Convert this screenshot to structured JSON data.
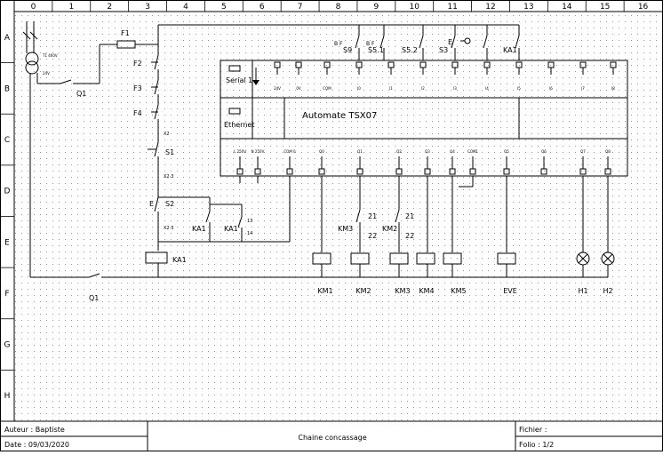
{
  "columns": [
    "0",
    "1",
    "2",
    "3",
    "4",
    "5",
    "6",
    "7",
    "8",
    "9",
    "10",
    "11",
    "12",
    "13",
    "14",
    "15",
    "16"
  ],
  "rows": [
    "A",
    "B",
    "C",
    "D",
    "E",
    "F",
    "G",
    "H"
  ],
  "transformer": {
    "primary": "T1 400V",
    "secondary": "24V"
  },
  "labels": {
    "q1_top": "Q1",
    "q1_bottom": "Q1",
    "f1": "F1",
    "f2": "F2",
    "f3": "F3",
    "f4": "F4",
    "x2": "X2",
    "s1": "S1",
    "x2_3": "X2·3",
    "s2": "S2",
    "x2_3b": "X2·3",
    "e_s2": "E",
    "ka1_a": "KA1",
    "ka1_b": "KA1",
    "ka1_coil": "KA1",
    "s9": "S9",
    "s5_1": "S5.1",
    "s5_2": "S5.2",
    "s3": "S3",
    "ka1_top": "KA1",
    "e_s3": "E",
    "bf1": "B F",
    "bf2": "B F",
    "km3": "KM3",
    "km2": "KM2",
    "n21a": "21",
    "n22a": "22",
    "n21b": "21",
    "n22b": "22",
    "n13": "13",
    "n14": "14"
  },
  "plc": {
    "serial": "Serial 1",
    "ethernet": "Ethernet",
    "title": "Automate TSX07",
    "input_terms": [
      "24V",
      "0V",
      "COM",
      "I0",
      "I1",
      "I2",
      "I3",
      "I4",
      "I5",
      "I6",
      "I7",
      "I8"
    ],
    "output_terms": [
      "L 250V",
      "N 250V",
      "COM 0",
      "Q0",
      "Q1",
      "Q2",
      "Q3",
      "Q4",
      "COM1",
      "Q5",
      "Q6",
      "Q7",
      "Q8"
    ]
  },
  "outputs": [
    "KM1",
    "KM2",
    "KM3",
    "KM4",
    "KM5",
    "EVE",
    "H1",
    "H2"
  ],
  "title_block": {
    "author": "Auteur : Baptiste",
    "date": "Date : 09/03/2020",
    "title": "Chaine concassage",
    "file": "Fichier :",
    "folio": "Folio : 1/2"
  }
}
